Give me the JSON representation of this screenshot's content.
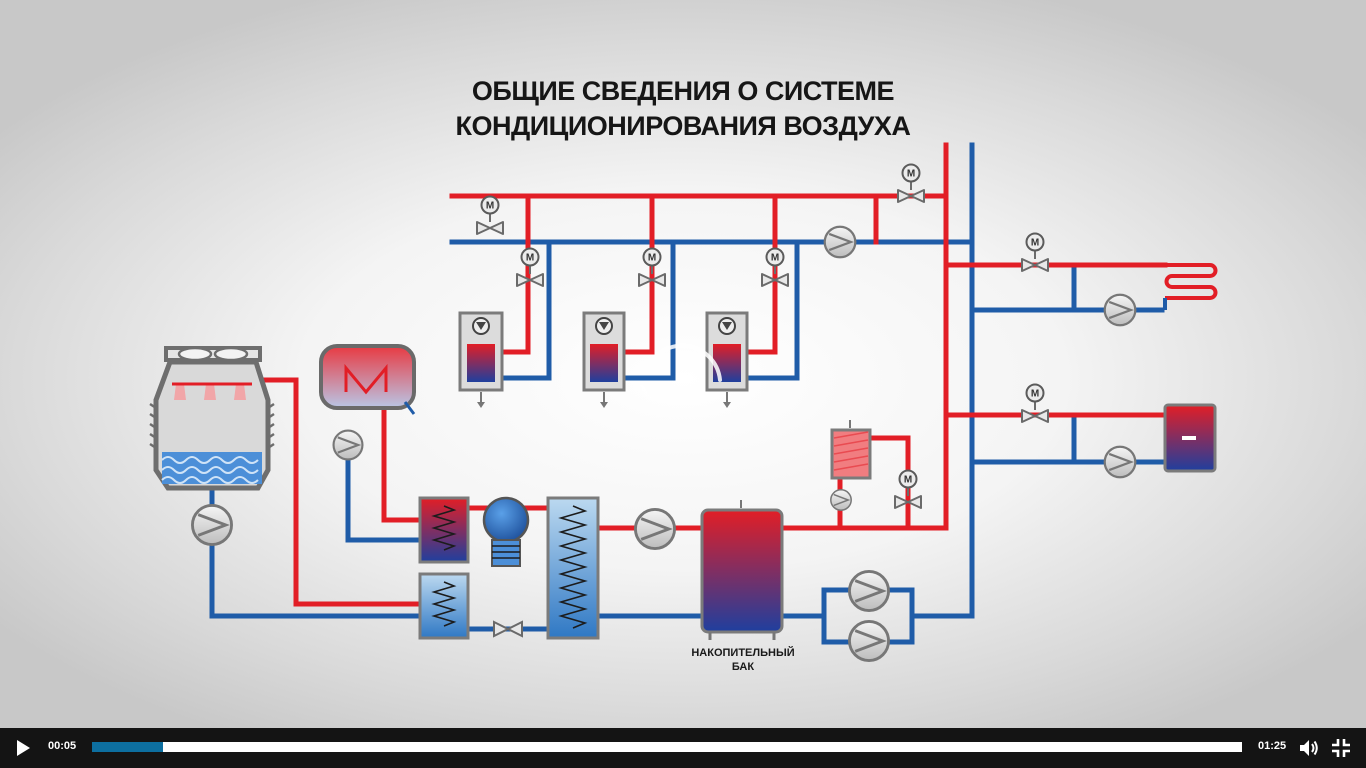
{
  "title": {
    "line1": "ОБЩИЕ СВЕДЕНИЯ О СИСТЕМЕ",
    "line2": "КОНДИЦИОНИРОВАНИЯ ВОЗДУХА"
  },
  "diagram": {
    "valve_motor_letter": "M",
    "tank_label_line1": "НАКОПИТЕЛЬНЫЙ",
    "tank_label_line2": "БАК",
    "colors": {
      "supply_red": "#e21e26",
      "return_blue": "#1f5ca8",
      "equipment_gray": "#8a8a8a"
    }
  },
  "player": {
    "current_time": "00:05",
    "duration": "01:25",
    "progress_percent": 6.2,
    "icons": {
      "play": "play-icon",
      "volume": "volume-icon",
      "fullscreen": "fullscreen-icon"
    },
    "colors": {
      "bar_bg": "#141414",
      "progress_fill": "#0d6fa0"
    }
  }
}
